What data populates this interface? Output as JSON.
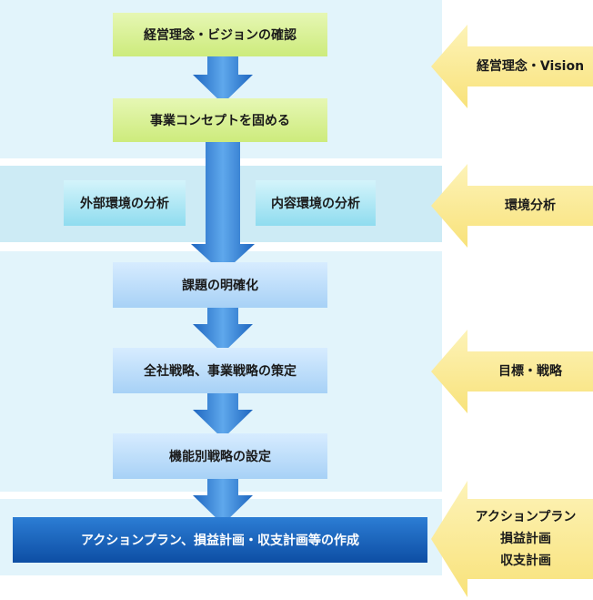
{
  "flow": {
    "vision": "経営理念・ビジョンの確認",
    "concept": "事業コンセプトを固める",
    "external": "外部環境の分析",
    "internal": "内容環境の分析",
    "issues": "課題の明確化",
    "strategy": "全社戦略、事業戦略の策定",
    "functional": "機能別戦略の設定",
    "action": "アクションプラン、損益計画・収支計画等の作成"
  },
  "side": {
    "vision": "経営理念・Vision",
    "environment": "環境分析",
    "goals": "目標・戦略",
    "action_lines": [
      "アクションプラン",
      "損益計画",
      "収支計画"
    ]
  },
  "colors": {
    "band_light": "#e2f4fb",
    "band_mid": "#cdebf5",
    "down_arrow": "#2f7fd3",
    "side_arrow": "#fbe98a",
    "action_box": "#0d4ea4"
  },
  "icons": [
    "down-arrow-icon",
    "left-arrow-icon"
  ]
}
